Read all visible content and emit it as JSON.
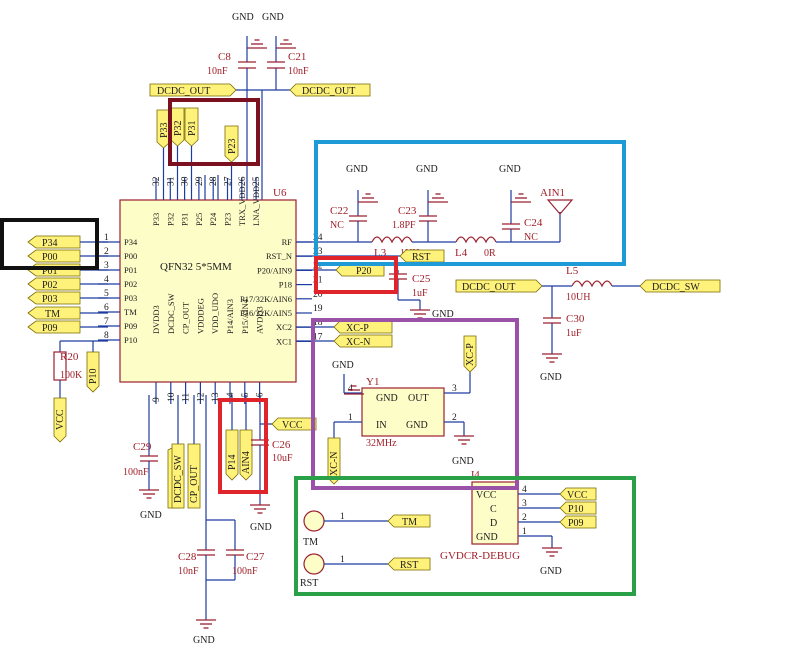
{
  "chip": {
    "ref": "U6",
    "part": "QFN32 5*5MM",
    "left_pins": [
      {
        "num": "1",
        "name": "P34"
      },
      {
        "num": "2",
        "name": "P00"
      },
      {
        "num": "3",
        "name": "P01"
      },
      {
        "num": "4",
        "name": "P02"
      },
      {
        "num": "5",
        "name": "P03"
      },
      {
        "num": "6",
        "name": "TM"
      },
      {
        "num": "7",
        "name": "P09"
      },
      {
        "num": "8",
        "name": "P10"
      }
    ],
    "right_pins": [
      {
        "num": "24",
        "name": "RF"
      },
      {
        "num": "23",
        "name": "RST_N"
      },
      {
        "num": "22",
        "name": "P20/AIN9"
      },
      {
        "num": "21",
        "name": "P18"
      },
      {
        "num": "20",
        "name": "P17/32K/AIN6"
      },
      {
        "num": "19",
        "name": "P16/32K/AIN5"
      },
      {
        "num": "18",
        "name": "XC2"
      },
      {
        "num": "17",
        "name": "XC1"
      }
    ],
    "top_pins": [
      {
        "num": "32",
        "name": "P33"
      },
      {
        "num": "31",
        "name": "P32"
      },
      {
        "num": "30",
        "name": "P31"
      },
      {
        "num": "29",
        "name": "P25"
      },
      {
        "num": "28",
        "name": "P24"
      },
      {
        "num": "27",
        "name": "P23"
      },
      {
        "num": "26",
        "name": "TRX_VDD"
      },
      {
        "num": "25",
        "name": "LNA_VDD"
      }
    ],
    "bottom_pins": [
      {
        "num": "9",
        "name": "DVDD3"
      },
      {
        "num": "10",
        "name": "DCDC_SW"
      },
      {
        "num": "11",
        "name": "CP_OUT"
      },
      {
        "num": "12",
        "name": "VDDDEG"
      },
      {
        "num": "13",
        "name": "VDD_UDO"
      },
      {
        "num": "14",
        "name": "P14/AIN3"
      },
      {
        "num": "15",
        "name": "P15/AIN4"
      },
      {
        "num": "16",
        "name": "AVDD3"
      }
    ]
  },
  "caps": {
    "c8": {
      "ref": "C8",
      "val": "10nF"
    },
    "c21": {
      "ref": "C21",
      "val": "10nF"
    },
    "c22": {
      "ref": "C22",
      "val": "NC"
    },
    "c23": {
      "ref": "C23",
      "val": "1.8PF"
    },
    "c24": {
      "ref": "C24",
      "val": "NC"
    },
    "c25": {
      "ref": "C25",
      "val": "1uF"
    },
    "c26": {
      "ref": "C26",
      "val": "10uF"
    },
    "c27": {
      "ref": "C27",
      "val": "100nF"
    },
    "c28": {
      "ref": "C28",
      "val": "10nF"
    },
    "c29": {
      "ref": "C29",
      "val": "100nF"
    },
    "c30": {
      "ref": "C30",
      "val": "1uF"
    }
  },
  "inductors": {
    "l3": {
      "ref": "L3",
      "val": "1NH"
    },
    "l4": {
      "ref": "L4",
      "val": "0R"
    },
    "l5": {
      "ref": "L5",
      "val": "10UH"
    }
  },
  "resistor": {
    "ref": "R20",
    "val": "100K"
  },
  "antenna": {
    "ref": "AIN1"
  },
  "crystal": {
    "ref": "Y1",
    "val": "32MHz",
    "pin_gnd": "GND",
    "pin_out": "OUT",
    "pin_in": "IN",
    "pin_gnd2": "GND",
    "n1": "1",
    "n2": "2",
    "n3": "3",
    "n4": "4"
  },
  "connector": {
    "ref": "J4",
    "name": "GVDCR-DEBUG",
    "pins": [
      "VCC",
      "C",
      "D",
      "GND"
    ],
    "nums": [
      "4",
      "3",
      "2",
      "1"
    ]
  },
  "testpoints": {
    "tm": "TM",
    "rst": "RST",
    "pin": "1"
  },
  "nets": {
    "gnd": "GND",
    "vcc": "VCC",
    "dcdc_out": "DCDC_OUT",
    "dcdc_sw": "DCDC_SW",
    "xcp": "XC-P",
    "xcn": "XC-N",
    "rst": "RST",
    "tm": "TM",
    "p34": "P34",
    "p00": "P00",
    "p01": "P01",
    "p02": "P02",
    "p03": "P03",
    "p09": "P09",
    "p10": "P10",
    "p14": "P14",
    "ain4": "AIN4",
    "p20": "P20",
    "p31": "P31",
    "p32": "P32",
    "p33": "P33",
    "p23": "P23",
    "cp_out": "CP_OUT",
    "dcdc_sw_b": "DCDC_SW",
    "dcdc_out_b": "DCDC_OUT"
  },
  "highlight_colors": {
    "black": "#111111",
    "maroon": "#7a1020",
    "blue": "#1e9ad6",
    "red": "#e0242c",
    "purple": "#9a52a8",
    "green": "#2aa048"
  }
}
